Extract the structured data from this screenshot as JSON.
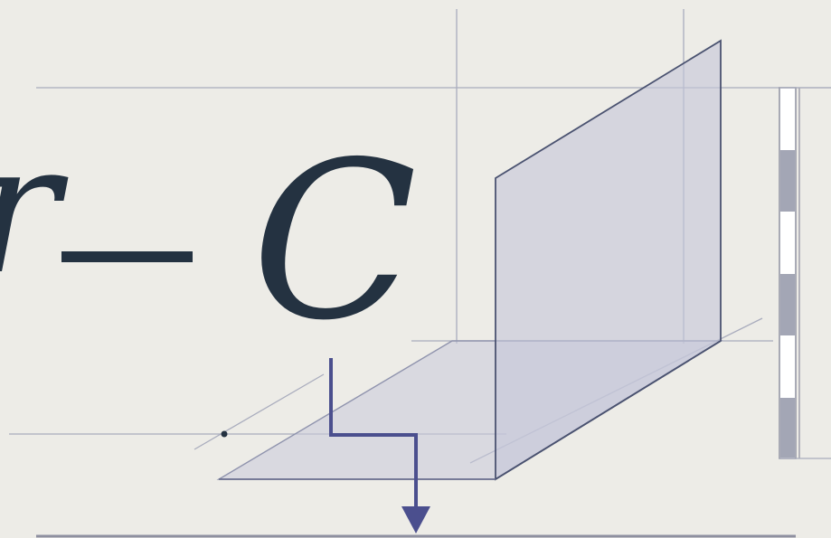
{
  "figure": {
    "formula": {
      "leading_fragment": "r",
      "operator": "−",
      "symbol": "C"
    },
    "colors": {
      "background": "#edece7",
      "ink": "#243241",
      "guide_line": "#a9acbd",
      "plane_fill": "#c9cbdb",
      "plane_edge": "#4a5270",
      "arrow": "#4b4f8e",
      "scale_dark": "#a3a6b5",
      "scale_light": "#ffffff"
    },
    "scale_bar_segments": [
      "light",
      "dark",
      "light",
      "dark",
      "light",
      "dark"
    ]
  }
}
